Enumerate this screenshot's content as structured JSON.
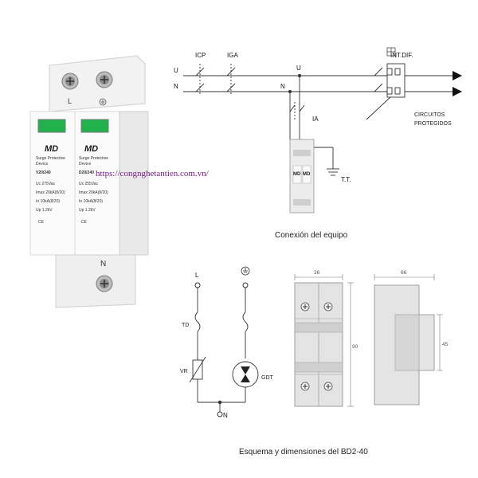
{
  "watermark_url": "https://congnghetantien.com.vn/",
  "device": {
    "terminal_top": "L",
    "terminal_bottom": "N",
    "modules": [
      {
        "logo": "MD",
        "subtitle": "Surge Protective",
        "subtitle2": "Device",
        "model": "V20/240",
        "specs": [
          "Uc   275Vac",
          "Imax  20kA(8/20)",
          "In   10kA(8/20)",
          "Up   1.2kV"
        ],
        "ce": "CE"
      },
      {
        "logo": "MD",
        "subtitle": "Surge Protective",
        "subtitle2": "Device",
        "model": "D20/240",
        "specs": [
          "Uc   255Vac",
          "Imax  20kA(8/20)",
          "In   10kA(8/20)",
          "Up   1.2kV"
        ],
        "ce": "CE"
      }
    ]
  },
  "wiring": {
    "labels": {
      "icp": "ICP",
      "iga": "IGA",
      "intdif": "INT.DIF.",
      "u_left": "U",
      "n_left": "N",
      "u_mid": "U",
      "n_mid": "N",
      "ia": "IA",
      "tt": "T.T.",
      "circuits_1": "CIRCUITOS",
      "circuits_2": "PROTEGIDOS",
      "mini_md_1": "MD",
      "mini_md_2": "MD"
    },
    "caption": "Conexión del equipo"
  },
  "schematic": {
    "l": "L",
    "n": "N",
    "td": "TD",
    "vr": "VR",
    "gdt": "GDT"
  },
  "dimensions": {
    "width_front": "36",
    "height_front": "90",
    "width_side": "66",
    "height_side": "45"
  },
  "caption_bottom": "Esquema y dimensiones del BD2-40"
}
